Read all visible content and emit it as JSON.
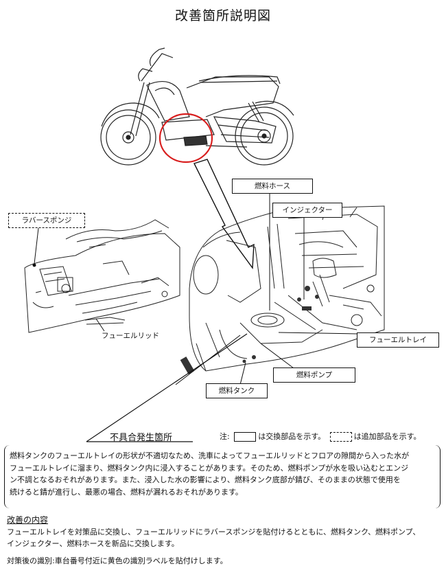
{
  "title": "改善箇所説明図",
  "labels": {
    "rubber_sponge": "ラバースポンジ",
    "fuel_hose": "燃料ホース",
    "injector": "インジェクター",
    "fuel_lid": "フューエルリッド",
    "fuel_tray": "フューエルトレイ",
    "fuel_pump": "燃料ポンプ",
    "fuel_tank": "燃料タンク"
  },
  "defect_location": "不具合発生箇所",
  "note": {
    "prefix": "注:",
    "replace_text": "は交換部品を示す。",
    "added_text": "は追加部品を示す。"
  },
  "description": {
    "line1": "燃料タンクのフューエルトレイの形状が不適切なため、洗車によってフューエルリッドとフロアの隙間から入った水が",
    "line2": "フューエルトレイに溜まり、燃料タンク内に浸入することがあります。そのため、燃料ポンプが水を吸い込むとエンジ",
    "line3": "ン不調となるおそれがあります。また、浸入した水の影響により、燃料タンク底部が錆び、そのままの状態で使用を",
    "line4": "続けると錆が進行し、最悪の場合、燃料が漏れるおそれがあります。"
  },
  "improvement": {
    "heading": "改善の内容",
    "line1": "フューエルトレイを対策品に交換し、フューエルリッドにラバースポンジを貼付けるとともに、燃料タンク、燃料ポンプ、",
    "line2": "インジェクター、燃料ホースを新品に交換します。"
  },
  "identification": "対策後の識別:車台番号付近に黄色の識別ラベルを貼付けします。",
  "colors": {
    "highlight_circle": "#d81e1e"
  }
}
